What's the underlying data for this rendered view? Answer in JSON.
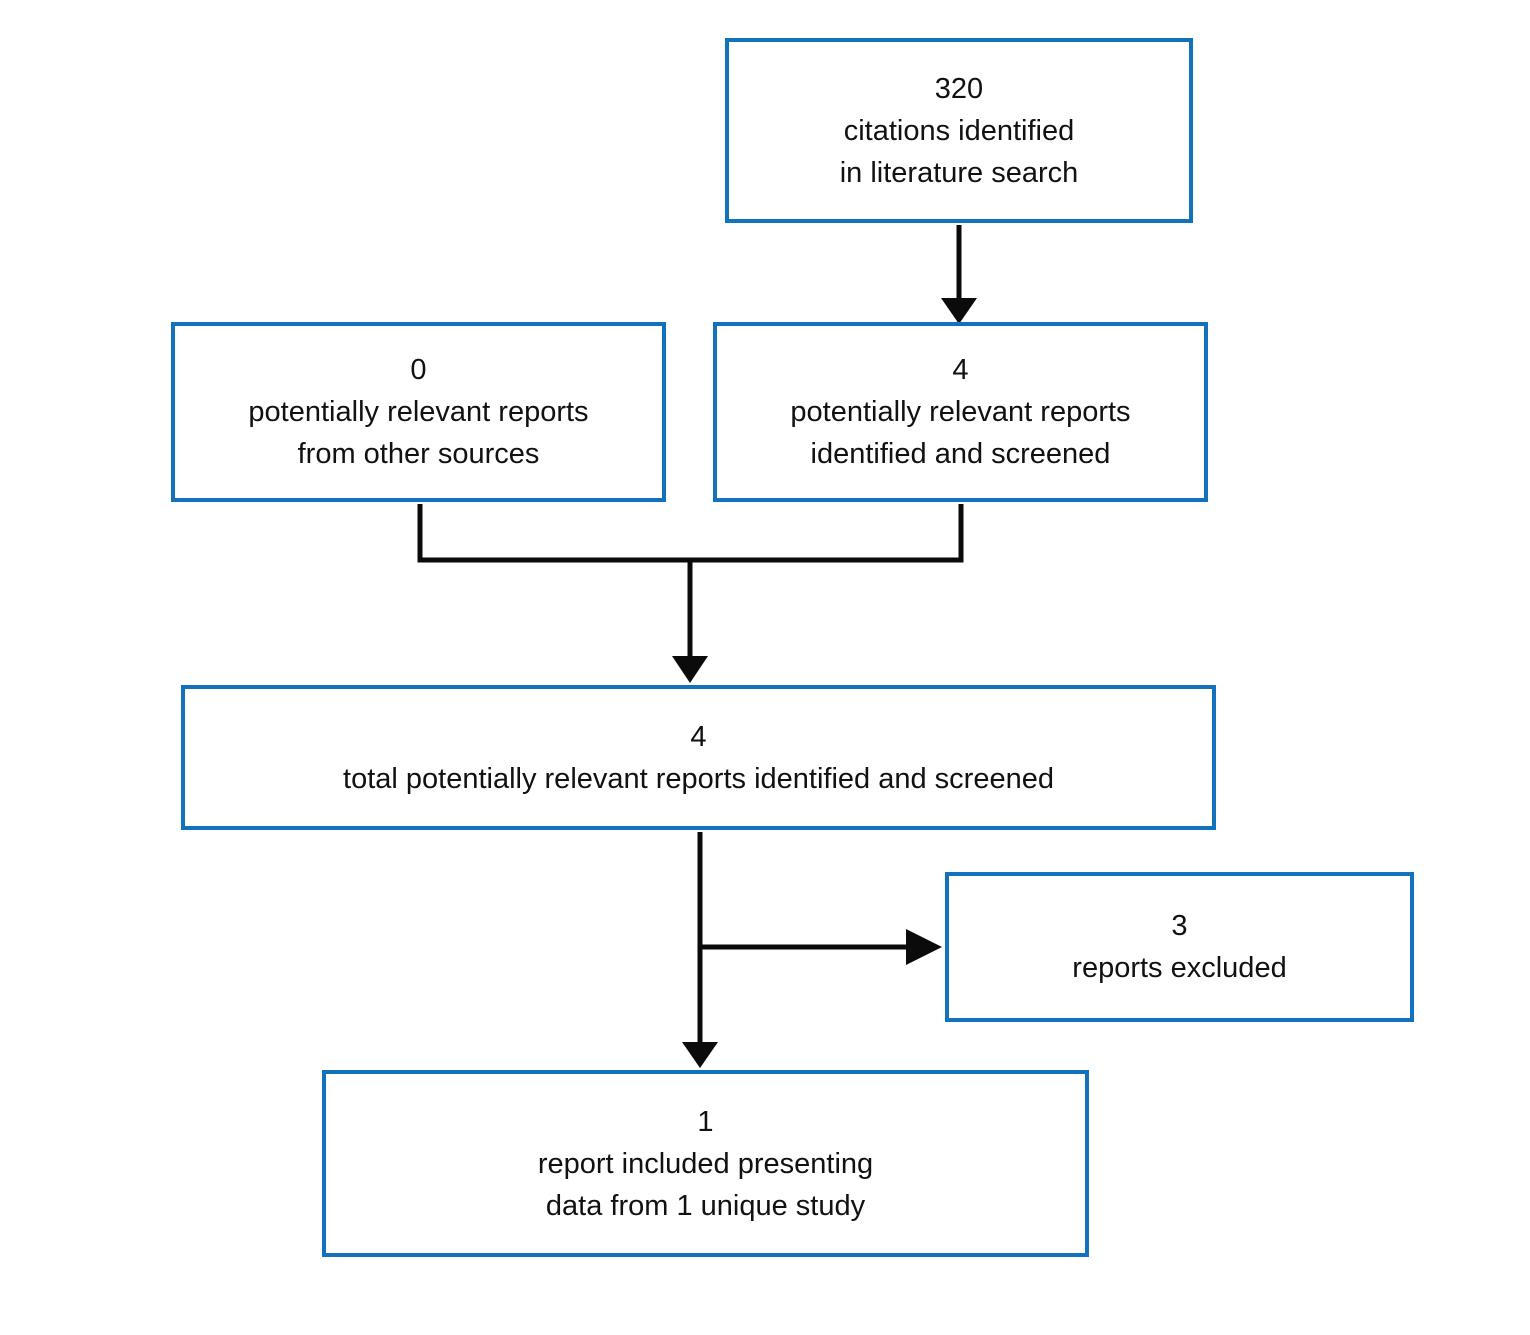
{
  "colors": {
    "background": "#ffffff",
    "box_border": "#1272bc",
    "connector": "#0b0b0b",
    "text": "#111111"
  },
  "boxes": {
    "citations": {
      "count": "320",
      "lines": [
        "citations identified",
        "in literature search"
      ]
    },
    "other_sources": {
      "count": "0",
      "lines": [
        "potentially relevant reports",
        "from other sources"
      ]
    },
    "screened": {
      "count": "4",
      "lines": [
        "potentially relevant reports",
        "identified and screened"
      ]
    },
    "total_screened": {
      "count": "4",
      "lines": [
        "total potentially relevant reports identified and screened"
      ]
    },
    "excluded": {
      "count": "3",
      "lines": [
        "reports excluded"
      ]
    },
    "included": {
      "count": "1",
      "lines": [
        "report included presenting",
        "data from 1 unique study"
      ]
    }
  }
}
